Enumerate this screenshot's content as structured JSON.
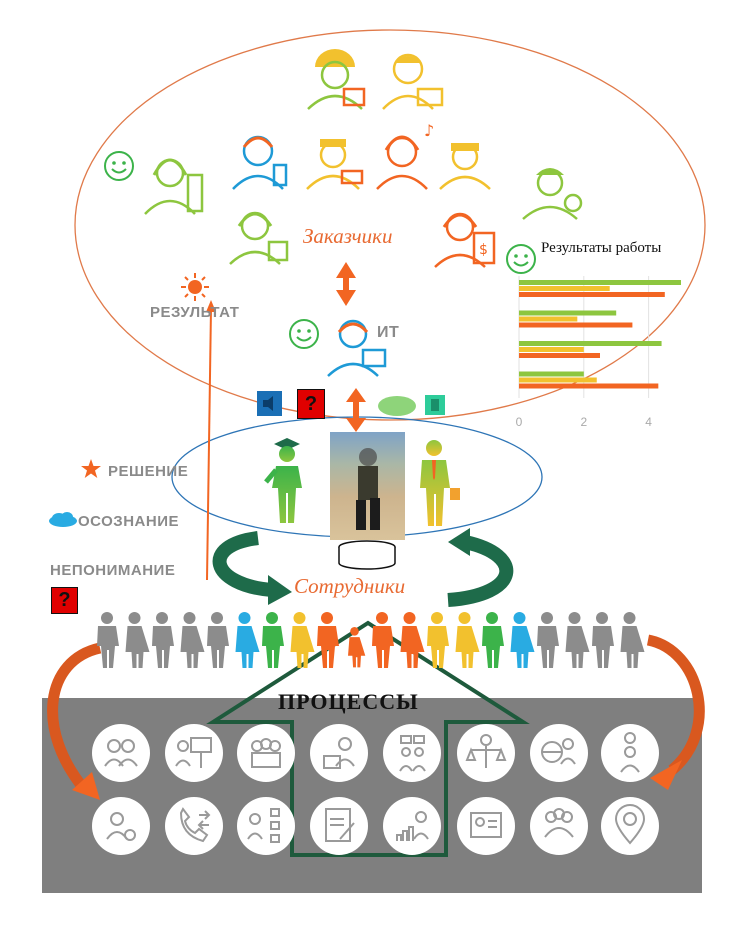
{
  "labels": {
    "customers": "Заказчики",
    "it": "ИТ",
    "result": "РЕЗУЛЬТАТ",
    "work_results": "Результаты работы",
    "decision": "РЕШЕНИЕ",
    "awareness": "ОСОЗНАНИЕ",
    "misunderstanding": "НЕПОНИМАНИЕ",
    "employees": "Сотрудники",
    "processes": "ПРОЦЕССЫ"
  },
  "chart_data": {
    "type": "bar",
    "orientation": "horizontal",
    "title": "Результаты работы",
    "x_ticks": [
      "0",
      "2",
      "4"
    ],
    "xlim": [
      0,
      5
    ],
    "groups": [
      {
        "values": [
          5.0,
          2.8,
          4.5
        ]
      },
      {
        "values": [
          3.0,
          1.8,
          3.5
        ]
      },
      {
        "values": [
          4.4,
          2.0,
          2.5
        ]
      },
      {
        "values": [
          2.0,
          2.4,
          4.3
        ]
      }
    ],
    "series_colors": [
      "#8dc63f",
      "#f2c12e",
      "#f26522"
    ]
  },
  "colors": {
    "orange": "#f26522",
    "green": "#1e6b4a",
    "blue_ellipse": "#2e75b6",
    "gray_band": "#7f7f7f"
  },
  "icons": {
    "process_row1": [
      "handshake-icon",
      "presentation-icon",
      "team-icon",
      "briefcase-person-icon",
      "discussion-icon",
      "scales-person-icon",
      "globe-person-icon",
      "idea-person-icon"
    ],
    "process_row2": [
      "search-person-icon",
      "phone-transfer-icon",
      "org-structure-icon",
      "document-edit-icon",
      "growth-chart-icon",
      "id-card-icon",
      "group-icon",
      "location-pin-icon"
    ]
  }
}
